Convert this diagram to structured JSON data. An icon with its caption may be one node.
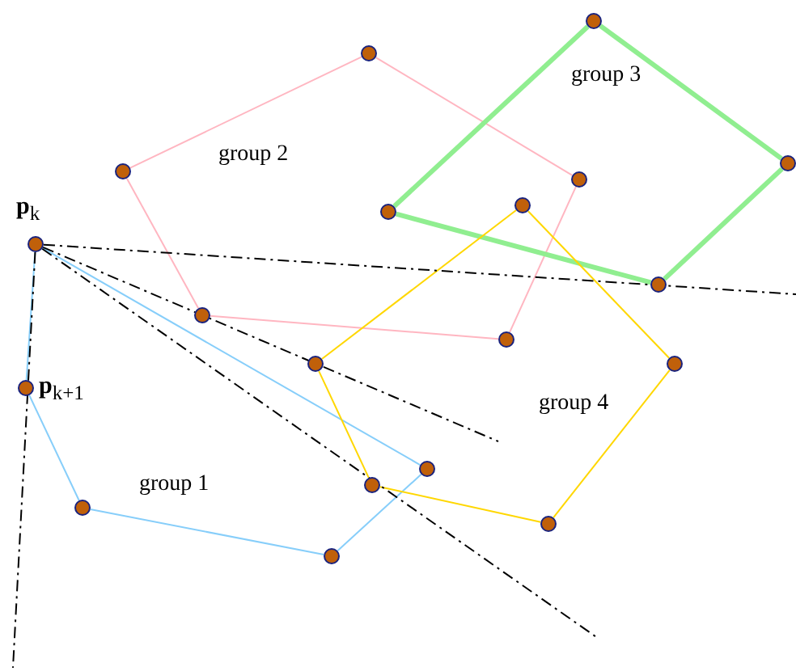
{
  "diagram": {
    "nodes": [
      {
        "text": [
          "**p**$_{k}$"
        ]
      },
      {
        "text": [
          "**p**$_{k+1}$"
        ]
      },
      {
        "text": [],
        "shape": "circle"
      },
      {
        "text": [],
        "shape": "circle"
      },
      {
        "text": [],
        "shape": "circle"
      },
      {
        "text": [],
        "shape": "circle"
      },
      {
        "text": [],
        "shape": "circle"
      },
      {
        "text": [],
        "shape": "circle"
      },
      {
        "text": [],
        "shape": "circle"
      },
      {
        "text": [],
        "shape": "circle"
      },
      {
        "text": [],
        "shape": "circle"
      },
      {
        "text": [],
        "shape": "circle"
      },
      {
        "text": [],
        "shape": "circle"
      },
      {
        "text": [],
        "shape": "circle"
      },
      {
        "text": [],
        "shape": "circle"
      },
      {
        "text": [],
        "shape": "circle"
      },
      {
        "text": [],
        "shape": "circle"
      },
      {
        "text": [],
        "shape": "circle"
      },
      {
        "text": [],
        "shape": "circle"
      }
    ],
    "edges": [
      {
        "from": 0,
        "to": 1,
        "arrow": "none",
        "color": "#87cefa"
      },
      {
        "from": 1,
        "to": 2,
        "arrow": "none",
        "color": "#87cefa"
      },
      {
        "from": 2,
        "to": 3,
        "arrow": "none",
        "color": "#87cefa"
      },
      {
        "from": 3,
        "to": 4,
        "arrow": "none",
        "color": "#87cefa"
      },
      {
        "from": 4,
        "to": 0,
        "arrow": "none",
        "color": "#87cefa"
      },
      {
        "from": 5,
        "to": 6,
        "arrow": "none",
        "color": "#ffb6c1"
      },
      {
        "from": 6,
        "to": 7,
        "arrow": "none",
        "color": "#ffb6c1"
      },
      {
        "from": 7,
        "to": 8,
        "arrow": "none",
        "color": "#ffb6c1"
      },
      {
        "from": 8,
        "to": 9,
        "arrow": "none",
        "color": "#ffb6c1"
      },
      {
        "from": 9,
        "to": 5,
        "arrow": "none",
        "color": "#ffb6c1"
      },
      {
        "from": 10,
        "to": 11,
        "arrow": "none",
        "color": "#90ee90",
        "style": "thick"
      },
      {
        "from": 11,
        "to": 12,
        "arrow": "none",
        "color": "#90ee90",
        "style": "thick"
      },
      {
        "from": 12,
        "to": 13,
        "arrow": "none",
        "color": "#90ee90",
        "style": "thick"
      },
      {
        "from": 13,
        "to": 10,
        "arrow": "none",
        "color": "#90ee90",
        "style": "thick"
      },
      {
        "from": 14,
        "to": 15,
        "arrow": "none",
        "color": "#ffd700"
      },
      {
        "from": 15,
        "to": 16,
        "arrow": "none",
        "color": "#ffd700"
      },
      {
        "from": 16,
        "to": 17,
        "arrow": "none",
        "color": "#ffd700"
      },
      {
        "from": 17,
        "to": 18,
        "arrow": "none",
        "color": "#ffd700"
      },
      {
        "from": 18,
        "to": 14,
        "arrow": "none",
        "color": "#ffd700"
      },
      {
        "from": 0,
        "to": null,
        "arrow": "none",
        "style": "dashed",
        "color": "#000000"
      },
      {
        "from": 0,
        "to": null,
        "arrow": "none",
        "style": "dashed",
        "color": "#000000"
      },
      {
        "from": 0,
        "to": null,
        "arrow": "none",
        "style": "dashed",
        "color": "#000000"
      },
      {
        "from": 0,
        "to": null,
        "arrow": "none",
        "style": "dashed",
        "color": "#000000"
      }
    ],
    "labels": [
      "group 3",
      "group 2",
      "group 4",
      "group 1"
    ]
  }
}
